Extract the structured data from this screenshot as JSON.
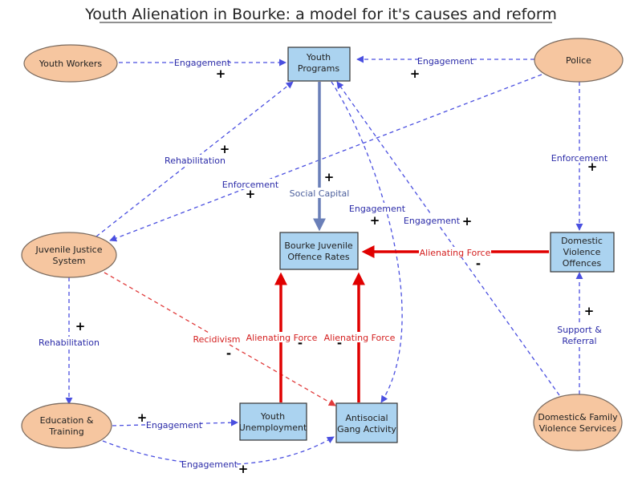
{
  "title": "Youth Alienation in Bourke: a model for it's causes and reform",
  "nodes": {
    "youth_workers": [
      "Youth Workers"
    ],
    "police": [
      "Police"
    ],
    "youth_programs": [
      "Youth",
      "Programs"
    ],
    "juvenile_justice": [
      "Juvenile Justice",
      "System"
    ],
    "offence_rates": [
      "Bourke Juvenile",
      "Offence Rates"
    ],
    "dv_offences": [
      "Domestic",
      "Violence",
      "Offences"
    ],
    "education": [
      "Education &",
      "Training"
    ],
    "youth_unemployment": [
      "Youth",
      "Unemployment"
    ],
    "gang_activity": [
      "Antisocial",
      "Gang Activity"
    ],
    "dfv_services": [
      "Domestic& Family",
      "Violence Services"
    ]
  },
  "edges": {
    "workers_programs": {
      "label": "Engagement",
      "sign": "+"
    },
    "police_programs": {
      "label": "Engagement",
      "sign": "+"
    },
    "jjs_programs": {
      "label": "Rehabilitation",
      "sign": "+"
    },
    "police_jjs": {
      "label": "Enforcement",
      "sign": "+"
    },
    "programs_offence": {
      "label": "Social Capital",
      "sign": "+"
    },
    "programs_gang": {
      "label": "Engagement",
      "sign": "+"
    },
    "dfv_programs": {
      "label": "Engagement",
      "sign": "+"
    },
    "police_dv": {
      "label": "Enforcement",
      "sign": "+"
    },
    "dv_offence": {
      "label": "Alienating Force",
      "sign": "-"
    },
    "dfv_dv": {
      "label": [
        "Support &",
        "Referral"
      ],
      "sign": "+"
    },
    "jjs_education": {
      "label": "Rehabilitation",
      "sign": "+"
    },
    "jjs_gang": {
      "label": "Recidivism",
      "sign": "-"
    },
    "unemployment_offence": {
      "label": "Alienating Force",
      "sign": "-"
    },
    "gang_offence": {
      "label": "Alienating Force",
      "sign": "-"
    },
    "education_unemployment": {
      "label": "Engagement",
      "sign": "+"
    },
    "education_gang": {
      "label": "Engagement",
      "sign": "+"
    }
  },
  "colors": {
    "oval_fill": "#f6c6a0",
    "box_fill": "#abd3f0",
    "positive_link": "#4a4fe0",
    "negative_link": "#e00000",
    "social_capital_link": "#6a7fb8"
  }
}
